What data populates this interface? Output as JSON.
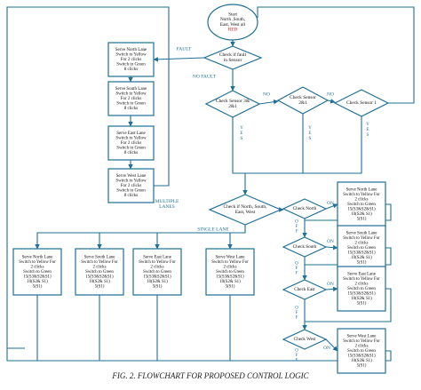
{
  "diagram": {
    "caption": "FIG. 2. FLOWCHART FOR PROPOSED CONTROL LOGIC",
    "colors": {
      "line": "#1f6f96",
      "text": "#111111",
      "red": "#cc1111",
      "blue_label": "#1f6f96",
      "fill": "#ffffff"
    },
    "start": [
      "Start",
      "North ,South,",
      "East, West all",
      "RED"
    ],
    "check_fault": [
      "Check if fault",
      "in Sensor"
    ],
    "fault_label": "FAULT",
    "no_fault_label": "NO FAULT",
    "check_s3_1": [
      "Check Sensor 3&",
      "2&1"
    ],
    "check_s2_1": [
      "Check Sensor",
      "2&1"
    ],
    "check_s1": [
      "Check Sensor 1"
    ],
    "no_label": "NO",
    "yes_label": "Y\nE\nS",
    "fault_boxes": [
      [
        "Serve North Lane",
        "Switch to Yellow",
        "For 2 clicks",
        "Switch to Green",
        "8 clicks"
      ],
      [
        "Serve South Lane",
        "Switch to Yellow",
        "For 2 clicks",
        "Switch to Green",
        "8 clicks"
      ],
      [
        "Serve East Lane",
        "Switch to Yellow",
        "For 2 clicks",
        "Switch to Green",
        "8 clicks"
      ],
      [
        "Serve West Lane",
        "Switch to Yellow",
        "For 2 clicks",
        "Switch to Green",
        "8 clicks"
      ]
    ],
    "check_nsew": [
      "Check if North, South,",
      "East, West"
    ],
    "multiple_lanes_label": [
      "MULTIPLE",
      "LANES"
    ],
    "single_lane_label": "SINGLE LANE",
    "single_boxes": [
      [
        "Serve North Lane",
        "Switch to Yellow For",
        "2 clicks",
        "Switch to Green",
        "15(S3&S2&S1)",
        "10(S2& S1)",
        "5(S1)"
      ],
      [
        "Serve South Lane",
        "Switch to Yellow For",
        "2 clicks",
        "Switch to Green",
        "15(S3&S2&S1)",
        "10(S2& S1)",
        "5(S1)"
      ],
      [
        "Serve East Lane",
        "Switch to Yellow For",
        "2 clicks",
        "Switch to Green",
        "15(S3&S2&S1)",
        "10(S2& S1)",
        "5(S1)"
      ],
      [
        "Serve West Lane",
        "Switch to Yellow For",
        "2 clicks",
        "Switch to Green",
        "15(S3&S2&S1)",
        "10(S2& S1)",
        "5(S1)"
      ]
    ],
    "check_dirs": [
      "Check North",
      "Check South",
      "Check East",
      "Check West"
    ],
    "on_label": "ON",
    "off_label": "O\nF\nF",
    "multi_boxes": [
      [
        "Serve North Lane",
        "Switch to Yellow For",
        "2 clicks",
        "Switch to Green",
        "15(S3&S2&S1)",
        "10(S2& S1)",
        "5(S1)"
      ],
      [
        "Serve South Lane",
        "Switch to Yellow For",
        "2 clicks",
        "Switch to Green",
        "15(S3&S2&S1)",
        "10(S2& S1)",
        "5(S1)"
      ],
      [
        "Serve East Lane",
        "Switch to Yellow For",
        "2 clicks",
        "Switch to Green",
        "15(S3&S2&S1)",
        "10(S2& S1)",
        "5(S1)"
      ],
      [
        "Serve West Lane",
        "Switch to Yellow For",
        "2 clicks",
        "Switch to Green",
        "15(S3&S2&S1)",
        "10(S2& S1)",
        "5(S1)"
      ]
    ]
  }
}
